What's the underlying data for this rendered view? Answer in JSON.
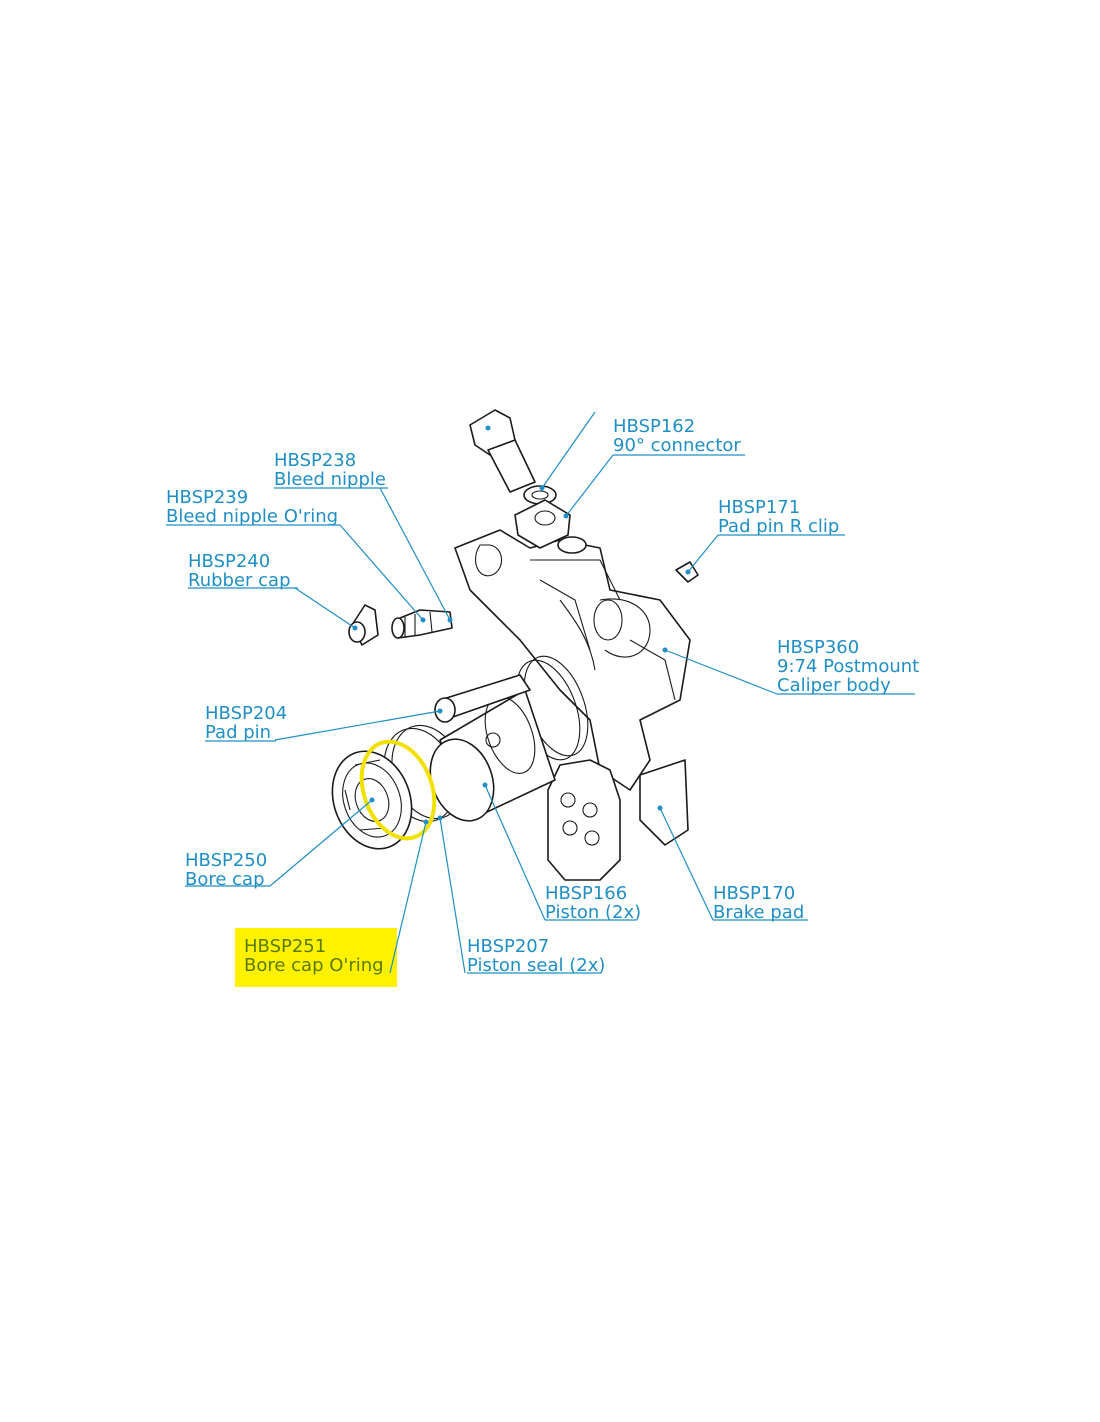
{
  "colors": {
    "label": "#1f8fc4",
    "highlight_fill": "#fff200",
    "highlight_ring": "#f2e000",
    "line_art": "#1a1a1a"
  },
  "callouts": {
    "hbsp162": {
      "code": "HBSP162",
      "name": "90° connector"
    },
    "hbsp238": {
      "code": "HBSP238",
      "name": "Bleed nipple"
    },
    "hbsp239": {
      "code": "HBSP239",
      "name": "Bleed nipple O'ring"
    },
    "hbsp240": {
      "code": "HBSP240",
      "name": "Rubber cap"
    },
    "hbsp171": {
      "code": "HBSP171",
      "name": "Pad pin R clip"
    },
    "hbsp360": {
      "code": "HBSP360",
      "line2": "9:74 Postmount",
      "line3": "Caliper body"
    },
    "hbsp204": {
      "code": "HBSP204",
      "name": "Pad pin"
    },
    "hbsp250": {
      "code": "HBSP250",
      "name": "Bore cap"
    },
    "hbsp166": {
      "code": "HBSP166",
      "name": "Piston (2x)"
    },
    "hbsp170": {
      "code": "HBSP170",
      "name": "Brake pad"
    },
    "hbsp251": {
      "code": "HBSP251",
      "name": "Bore cap O'ring",
      "highlighted": true
    },
    "hbsp207": {
      "code": "HBSP207",
      "name": "Piston seal (2x)"
    }
  }
}
